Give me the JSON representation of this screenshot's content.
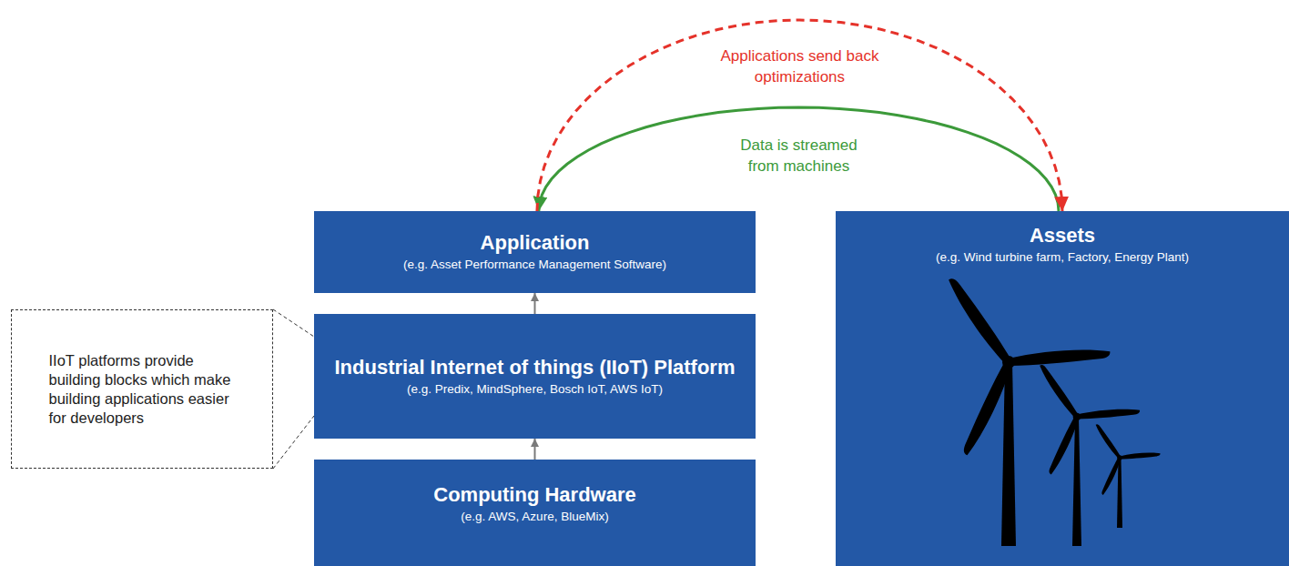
{
  "diagram": {
    "nodes": [
      {
        "text": [
          "Application",
          "(e.g. Asset Performance Management Software)"
        ]
      },
      {
        "text": [
          "Industrial Internet of things (IIoT) Platform",
          "(e.g. Predix, MindSphere, Bosch IoT, AWS IoT)"
        ]
      },
      {
        "text": [
          "Computing Hardware",
          "(e.g. AWS, Azure, BlueMix)"
        ]
      },
      {
        "text": [
          "Assets",
          "(e.g. Wind turbine farm, Factory, Energy Plant)"
        ]
      },
      {
        "text": [
          "IIoT platforms provide building blocks which make building applications easier for developers"
        ]
      }
    ],
    "edges": [
      {
        "from": 2,
        "to": 1,
        "arrow": "to"
      },
      {
        "from": 1,
        "to": 0,
        "arrow": "to"
      },
      {
        "from": 3,
        "to": 0,
        "label": "Data is streamed from machines",
        "arrow": "to"
      },
      {
        "from": 0,
        "to": 3,
        "label": "Applications send back optimizations",
        "arrow": "to"
      },
      {
        "from": 4,
        "to": 1,
        "arrow": "none"
      }
    ]
  }
}
